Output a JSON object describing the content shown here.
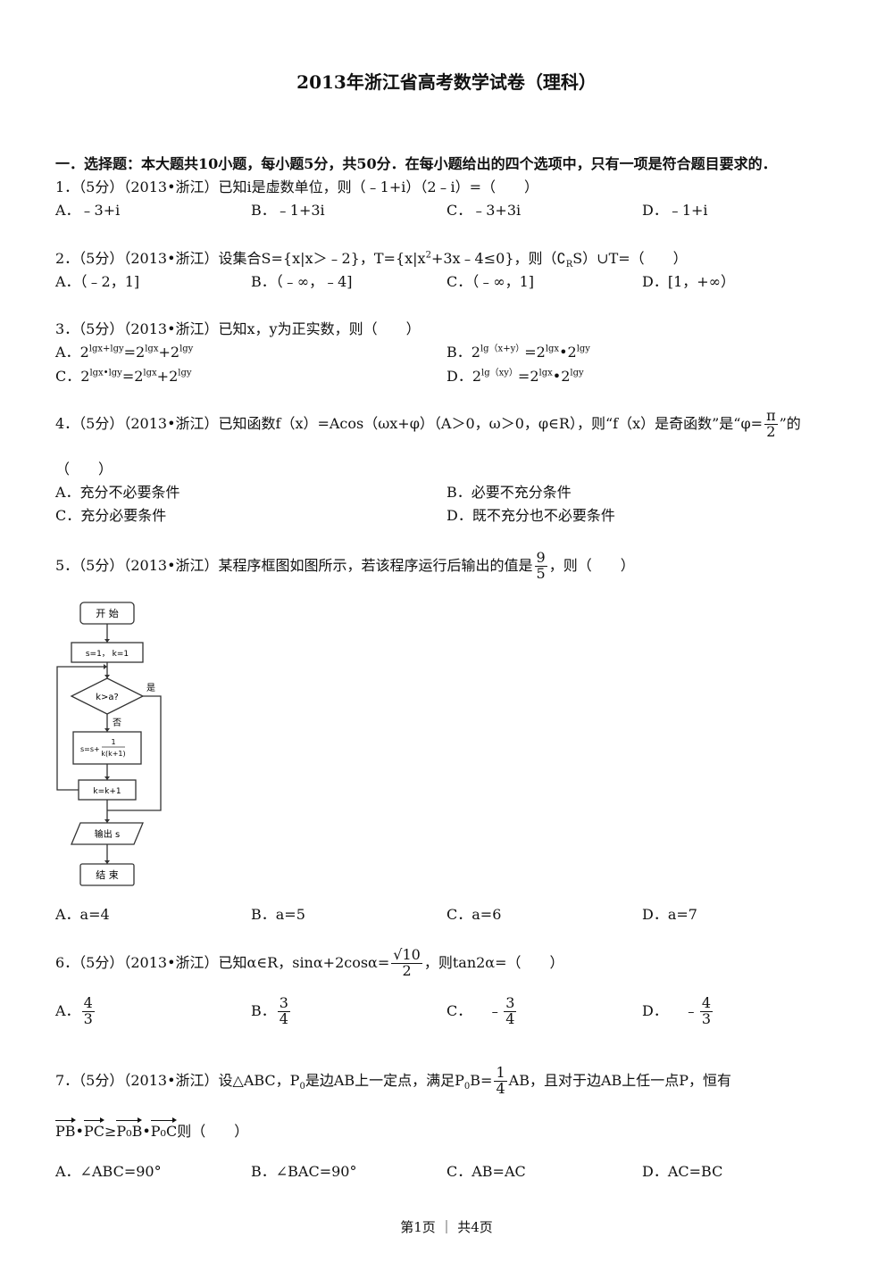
{
  "title": "2013年浙江省高考数学试卷（理科）",
  "section": "一．选择题：本大题共10小题，每小题5分，共50分．在每小题给出的四个选项中，只有一项是符合题目要求的．",
  "q1": {
    "stem": "1．（5分）（2013•浙江）已知i是虚数单位，则（﹣1+i）（2﹣i）=（　　）",
    "A": "A．﹣3+i",
    "B": "B．﹣1+3i",
    "C": "C．﹣3+3i",
    "D": "D．﹣1+i"
  },
  "q2": {
    "stem_a": "2．（5分）（2013•浙江）设集合S={x|x＞﹣2}，T={x|x",
    "stem_b": "+3x﹣4≤0}，则（∁",
    "stem_c": "S）∪T=（　　）",
    "sup": "2",
    "sub": "R",
    "A": "A．（﹣2，1]",
    "B": "B．（﹣∞，﹣4]",
    "C": "C．（﹣∞，1]",
    "D": "D．[1，+∞）"
  },
  "q3": {
    "stem": "3．（5分）（2013•浙江）已知x，y为正实数，则（　　）",
    "A_label": "A．",
    "A_1": "2",
    "A_1s": "lgx+lgy",
    "A_2": "=2",
    "A_2s": "lgx",
    "A_3": "+2",
    "A_3s": "lgy",
    "B_label": "B．",
    "B_1": "2",
    "B_1s": "lg（x+y）",
    "B_2": "=2",
    "B_2s": "lgx",
    "B_3": "•2",
    "B_3s": "lgy",
    "C_label": "C．",
    "C_1": "2",
    "C_1s": "lgx•lgy",
    "C_2": "=2",
    "C_2s": "lgx",
    "C_3": "+2",
    "C_3s": "lgy",
    "D_label": "D．",
    "D_1": "2",
    "D_1s": "lg（xy）",
    "D_2": "=2",
    "D_2s": "lgx",
    "D_3": "•2",
    "D_3s": "lgy"
  },
  "q4": {
    "stem": "4．（5分）（2013•浙江）已知函数f（x）=Acos（ωx+φ）（A＞0，ω＞0，φ∈R），则“f（x）是奇函数”是“φ=",
    "frac_n": "π",
    "frac_d": "2",
    "stem_end": "”的",
    "paren": "（　　）",
    "A": "A．充分不必要条件",
    "B": "B．必要不充分条件",
    "C": "C．充分必要条件",
    "D": "D．既不充分也不必要条件"
  },
  "q5": {
    "stem": "5．（5分）（2013•浙江）某程序框图如图所示，若该程序运行后输出的值是",
    "frac_n": "9",
    "frac_d": "5",
    "stem_end": "，则（　　）",
    "A": "A．a=4",
    "B": "B．a=5",
    "C": "C．a=6",
    "D": "D．a=7",
    "flow": {
      "start": "开 始",
      "init": "s=1，  k=1",
      "cond": "k>a?",
      "yes": "是",
      "no": "否",
      "assign_pre": "s=s+",
      "assign_n": "1",
      "assign_d": "k(k+1)",
      "incr": "k=k+1",
      "output": "输出 s",
      "end": "结 束"
    }
  },
  "q6": {
    "stem": "6．（5分）（2013•浙江）已知",
    "cond": "α∈R，sinα+2cosα=",
    "frac_n": "√10",
    "frac_d": "2",
    "stem_end": "，则tan2α=（　　）",
    "A_label": "A．",
    "A_n": "4",
    "A_d": "3",
    "B_label": "B．",
    "B_n": "3",
    "B_d": "4",
    "C_label": "C．",
    "C_sign": "﹣",
    "C_n": "3",
    "C_d": "4",
    "D_label": "D．",
    "D_sign": "﹣",
    "D_n": "4",
    "D_d": "3"
  },
  "q7": {
    "stem": "7．（5分）（2013•浙江）设△ABC，P",
    "sub0": "0",
    "stem_b": "是边AB上一定点，满足P",
    "stem_c": "B=",
    "frac_n": "1",
    "frac_d": "4",
    "stem_d": "AB，且对于边AB上任一点P，恒有",
    "vec1": "PB",
    "dot": "•",
    "vec2": "PC",
    "geq": "≥",
    "vec3": "P₀B",
    "vec4": "P₀C",
    "stem_end": "则（　　）",
    "A": "A．∠ABC=90°",
    "B": "B．∠BAC=90°",
    "C": "C．AB=AC",
    "D": "D．AC=BC"
  },
  "footer": "第1页 ｜ 共4页"
}
